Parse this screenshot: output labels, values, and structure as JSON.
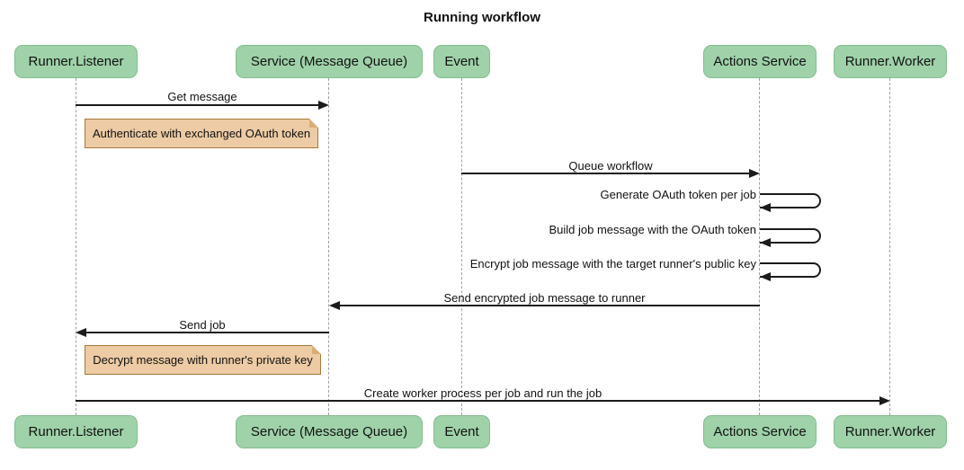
{
  "title": "Running workflow",
  "participants": [
    {
      "label": "Runner.Listener"
    },
    {
      "label": "Service (Message Queue)"
    },
    {
      "label": "Event"
    },
    {
      "label": "Actions Service"
    },
    {
      "label": "Runner.Worker"
    }
  ],
  "messages": [
    {
      "label": "Get message",
      "from": "Runner.Listener",
      "to": "Service (Message Queue)",
      "type": "arrow"
    },
    {
      "label": "Queue workflow",
      "from": "Event",
      "to": "Actions Service",
      "type": "arrow"
    },
    {
      "label": "Generate OAuth token per job",
      "from": "Actions Service",
      "to": "Actions Service",
      "type": "self"
    },
    {
      "label": "Build job message with the OAuth token",
      "from": "Actions Service",
      "to": "Actions Service",
      "type": "self"
    },
    {
      "label": "Encrypt job message with the target runner's public key",
      "from": "Actions Service",
      "to": "Actions Service",
      "type": "self"
    },
    {
      "label": "Send encrypted job message to runner",
      "from": "Actions Service",
      "to": "Service (Message Queue)",
      "type": "arrow"
    },
    {
      "label": "Send job",
      "from": "Service (Message Queue)",
      "to": "Runner.Listener",
      "type": "arrow"
    },
    {
      "label": "Create worker process per job and run the job",
      "from": "Runner.Listener",
      "to": "Runner.Worker",
      "type": "arrow"
    }
  ],
  "notes": [
    {
      "label": "Authenticate with exchanged OAuth token",
      "position": "right of Runner.Listener"
    },
    {
      "label": "Decrypt message with runner's private key",
      "position": "right of Runner.Listener"
    }
  ],
  "colors": {
    "actor_fill": "#9FD2A9",
    "actor_border": "#82BD8F",
    "note_fill": "#EDCBA4",
    "note_border": "#A87A3B",
    "message_line": "#1B1B1B",
    "lifeline": "#A0A0A0",
    "background": "#FFFFFF",
    "text": "#111111"
  }
}
